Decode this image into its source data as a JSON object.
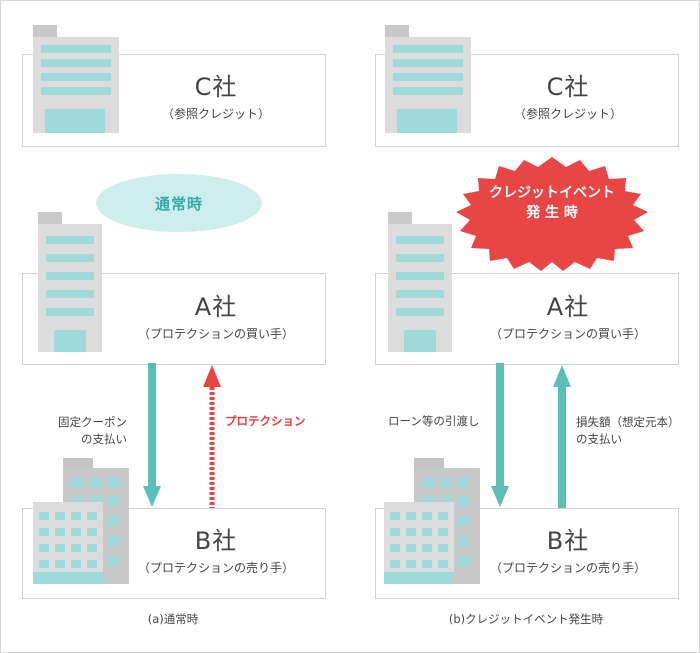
{
  "panels": {
    "normal": {
      "caption": "(a)通常時",
      "state_label": "通常時",
      "company_c": {
        "name": "C社",
        "role": "（参照クレジット）"
      },
      "company_a": {
        "name": "A社",
        "role": "（プロテクションの買い手）"
      },
      "company_b": {
        "name": "B社",
        "role": "（プロテクションの売り手）"
      },
      "flow_down": "固定クーポン\nの支払い",
      "flow_up": "プロテクション"
    },
    "event": {
      "caption": "(b)クレジットイベント発生時",
      "state_label_line1": "クレジットイベント",
      "state_label_line2": "発 生 時",
      "company_c": {
        "name": "C社",
        "role": "（参照クレジット）"
      },
      "company_a": {
        "name": "A社",
        "role": "（プロテクションの買い手）"
      },
      "company_b": {
        "name": "B社",
        "role": "（プロテクションの売り手）"
      },
      "flow_down": "ローン等の引渡し",
      "flow_up": "損失額（想定元本）\nの支払い"
    }
  },
  "colors": {
    "teal": "#5bbfb8",
    "red": "#e84545",
    "bubble_bg": "#cdeeed",
    "building": "#dcdcdc",
    "window": "#9fdada"
  },
  "icons": [
    "building-icon",
    "cluster-building-icon",
    "burst-shape"
  ]
}
